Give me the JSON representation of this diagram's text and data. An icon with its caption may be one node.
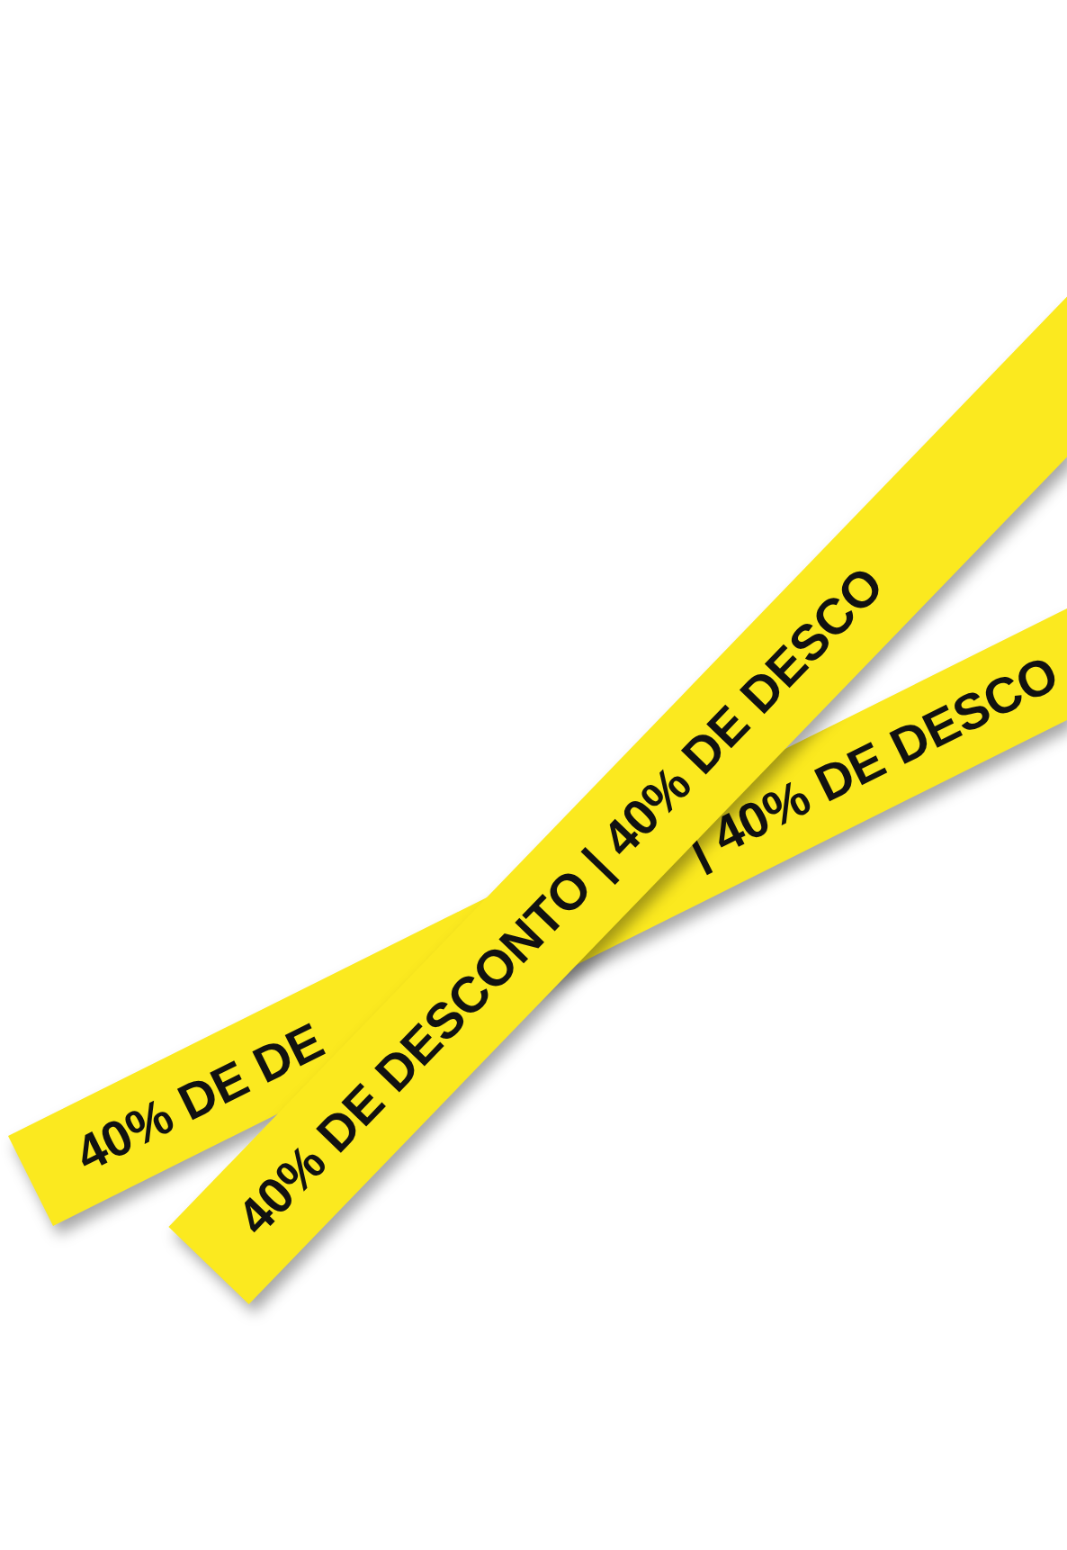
{
  "diagram": {
    "labels": [
      "40% DE DE",
      "40% DE DESCONTO | 40% DE DESCO",
      "| 40% DE DESCO"
    ]
  }
}
